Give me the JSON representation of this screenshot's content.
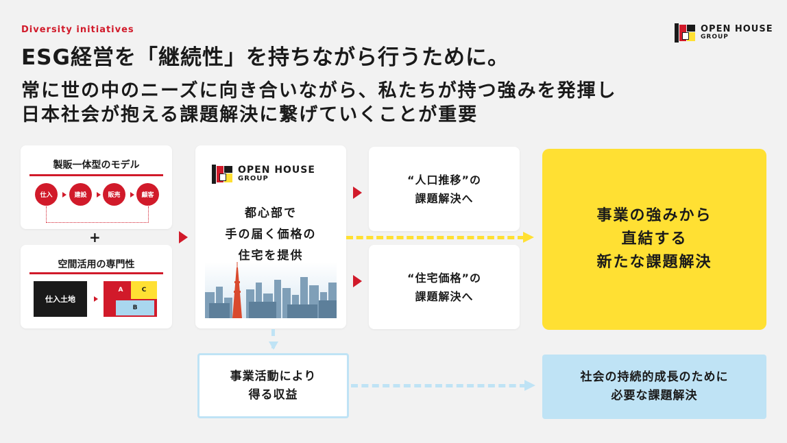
{
  "header": {
    "tag": "Diversity initiatives",
    "title": "ESG経営を「継続性」を持ちながら行うために。",
    "subtitle_line1": "常に世の中のニーズに向き合いながら、私たちが持つ強みを発揮し",
    "subtitle_line2": "日本社会が抱える課題解決に繋げていくことが重要"
  },
  "logo": {
    "name": "OPEN HOUSE",
    "group": "GROUP"
  },
  "model_card": {
    "heading": "製販一体型のモデル",
    "steps": [
      "仕入",
      "建設",
      "販売",
      "顧客"
    ]
  },
  "plus": "+",
  "space_card": {
    "heading": "空間活用の専門性",
    "land_label": "仕入土地",
    "blocks": [
      "A",
      "C",
      "B"
    ]
  },
  "center_card": {
    "lines": [
      "都心部で",
      "手の届く価格の",
      "住宅を提供"
    ]
  },
  "issue_cards": [
    {
      "line1": "“人口推移”の",
      "line2": "課題解決へ"
    },
    {
      "line1": "“住宅価格”の",
      "line2": "課題解決へ"
    }
  ],
  "result_card": {
    "lines": [
      "事業の強みから",
      "直結する",
      "新たな課題解決"
    ]
  },
  "revenue_card": {
    "lines": [
      "事業活動により",
      "得る収益"
    ]
  },
  "society_card": {
    "lines": [
      "社会の持続的成長のために",
      "必要な課題解決"
    ]
  },
  "colors": {
    "red": "#d11a2a",
    "yellow": "#ffe033",
    "light_blue": "#bfe3f5",
    "accent_blue": "#a9d7ef"
  }
}
